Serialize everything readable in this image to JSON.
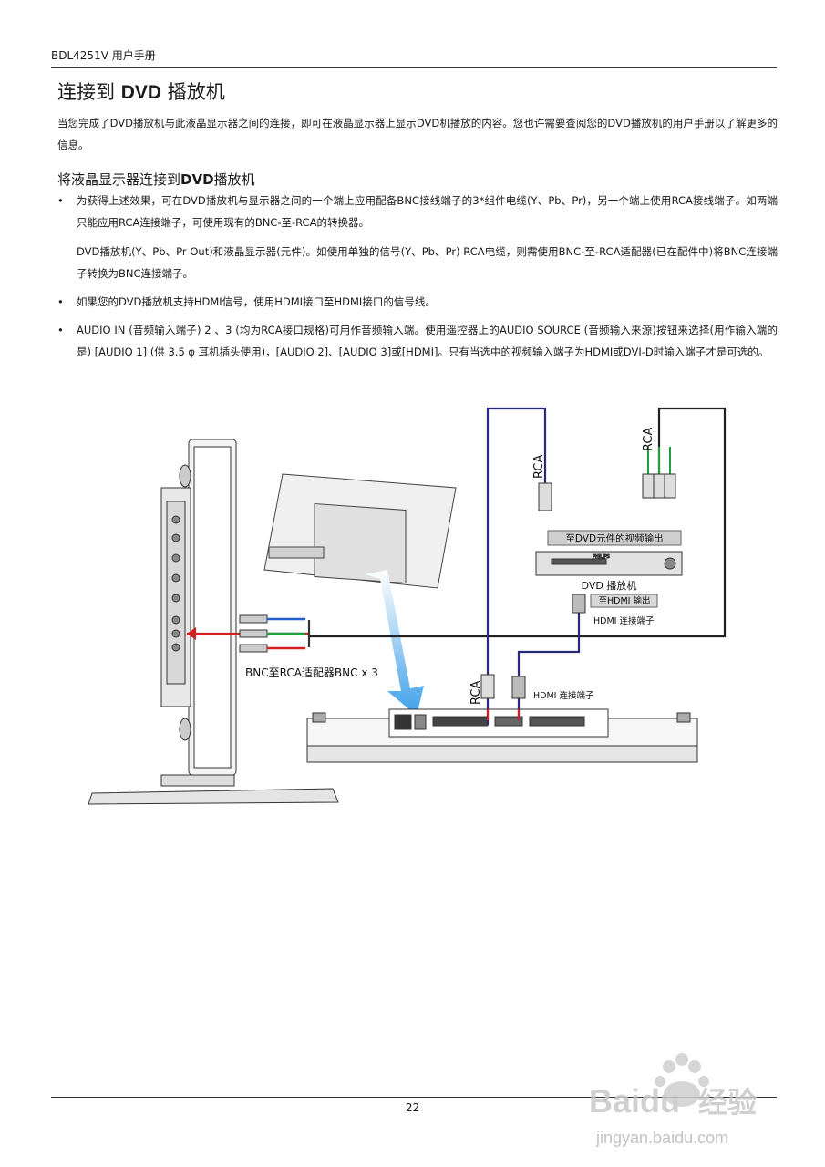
{
  "header": {
    "text": "BDL4251V 用户手册"
  },
  "page_title": {
    "prefix": "连接到 ",
    "strong": "DVD",
    "suffix": " 播放机"
  },
  "intro": "当您完成了DVD播放机与此液晶显示器之间的连接，即可在液晶显示器上显示DVD机播放的内容。您也许需要查阅您的DVD播放机的用户手册以了解更多的信息。",
  "section_heading": {
    "prefix": "将液晶显示器连接到",
    "strong": "DVD",
    "suffix": "播放机"
  },
  "bullets": [
    {
      "text": "为获得上述效果，可在DVD播放机与显示器之间的一个端上应用配备BNC接线端子的3*组件电缆(Y、Pb、Pr)，另一个端上使用RCA接线端子。如两端只能应用RCA连接端子，可使用现有的BNC-至-RCA的转换器。",
      "sub": "DVD播放机(Y、Pb、Pr Out)和液晶显示器(元件)。如使用单独的信号(Y、Pb、Pr) RCA电缆，则需使用BNC-至-RCA适配器(已在配件中)将BNC连接端子转换为BNC连接端子。"
    },
    {
      "text": "如果您的DVD播放机支持HDMI信号，使用HDMI接口至HDMI接口的信号线。"
    },
    {
      "text": "AUDIO IN (音频输入端子) 2 、3 (均为RCA接口规格)可用作音频输入端。使用遥控器上的AUDIO SOURCE (音频输入来源)按钮来选择(用作输入端的是) [AUDIO 1] (供 3.5 φ 耳机插头使用)，[AUDIO 2]、[AUDIO 3]或[HDMI]。只有当选中的视频输入端子为HDMI或DVI-D时输入端子才是可选的。"
    }
  ],
  "bullet_symbol": "•",
  "diagram": {
    "rca_label_top_left": "RCA",
    "rca_label_top_right": "RCA",
    "dvd_video_out_label": "至DVD元件的视频输出",
    "dvd_player_label": "DVD 播放机",
    "dvd_brand": "PHILIPS",
    "to_hdmi_out_label": "至HDMI 输出",
    "hdmi_connector_label_1": "HDMI 连接端子",
    "hdmi_connector_label_2": "HDMI 连接端子",
    "bnc_adapter_label": "BNC至RCA适配器BNC x 3",
    "rca_label_bottom": "RCA",
    "colors": {
      "audio_line": "#2a2a7a",
      "red": "#d42020",
      "green": "#20a040",
      "blue": "#2060c8",
      "arrow": "#3fa0e8"
    }
  },
  "page_number": "22",
  "watermark": {
    "brand": "Baidu",
    "brand_cn": "经验",
    "url": "jingyan.baidu.com"
  }
}
